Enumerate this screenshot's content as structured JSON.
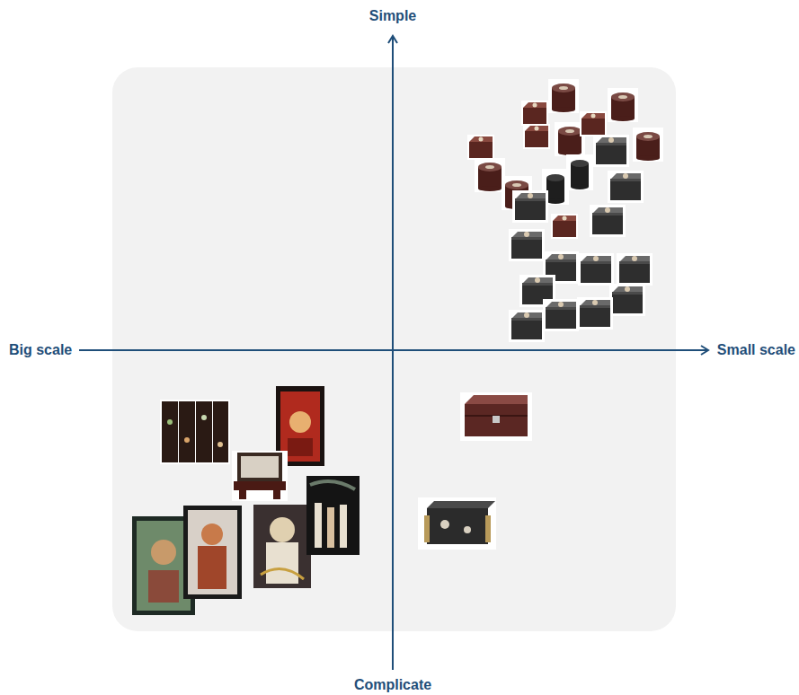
{
  "diagram": {
    "labels": [
      "Simple",
      "Big scale",
      "Small scale",
      "Complicate"
    ]
  }
}
